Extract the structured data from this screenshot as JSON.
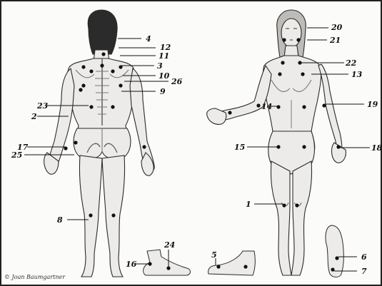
{
  "labels": [
    "1",
    "2",
    "3",
    "4",
    "5",
    "6",
    "7",
    "8",
    "9",
    "10",
    "11",
    "12",
    "13",
    "14",
    "15",
    "16",
    "17",
    "18",
    "19",
    "20",
    "21",
    "22",
    "23",
    "24",
    "25",
    "26"
  ],
  "copyright": "© Joan Baumgartner",
  "colors": {
    "ink": "#222222",
    "skin": "#ececea",
    "hair": "#2a2a2a",
    "point": "#111111",
    "shade": "#c9c9c7"
  }
}
